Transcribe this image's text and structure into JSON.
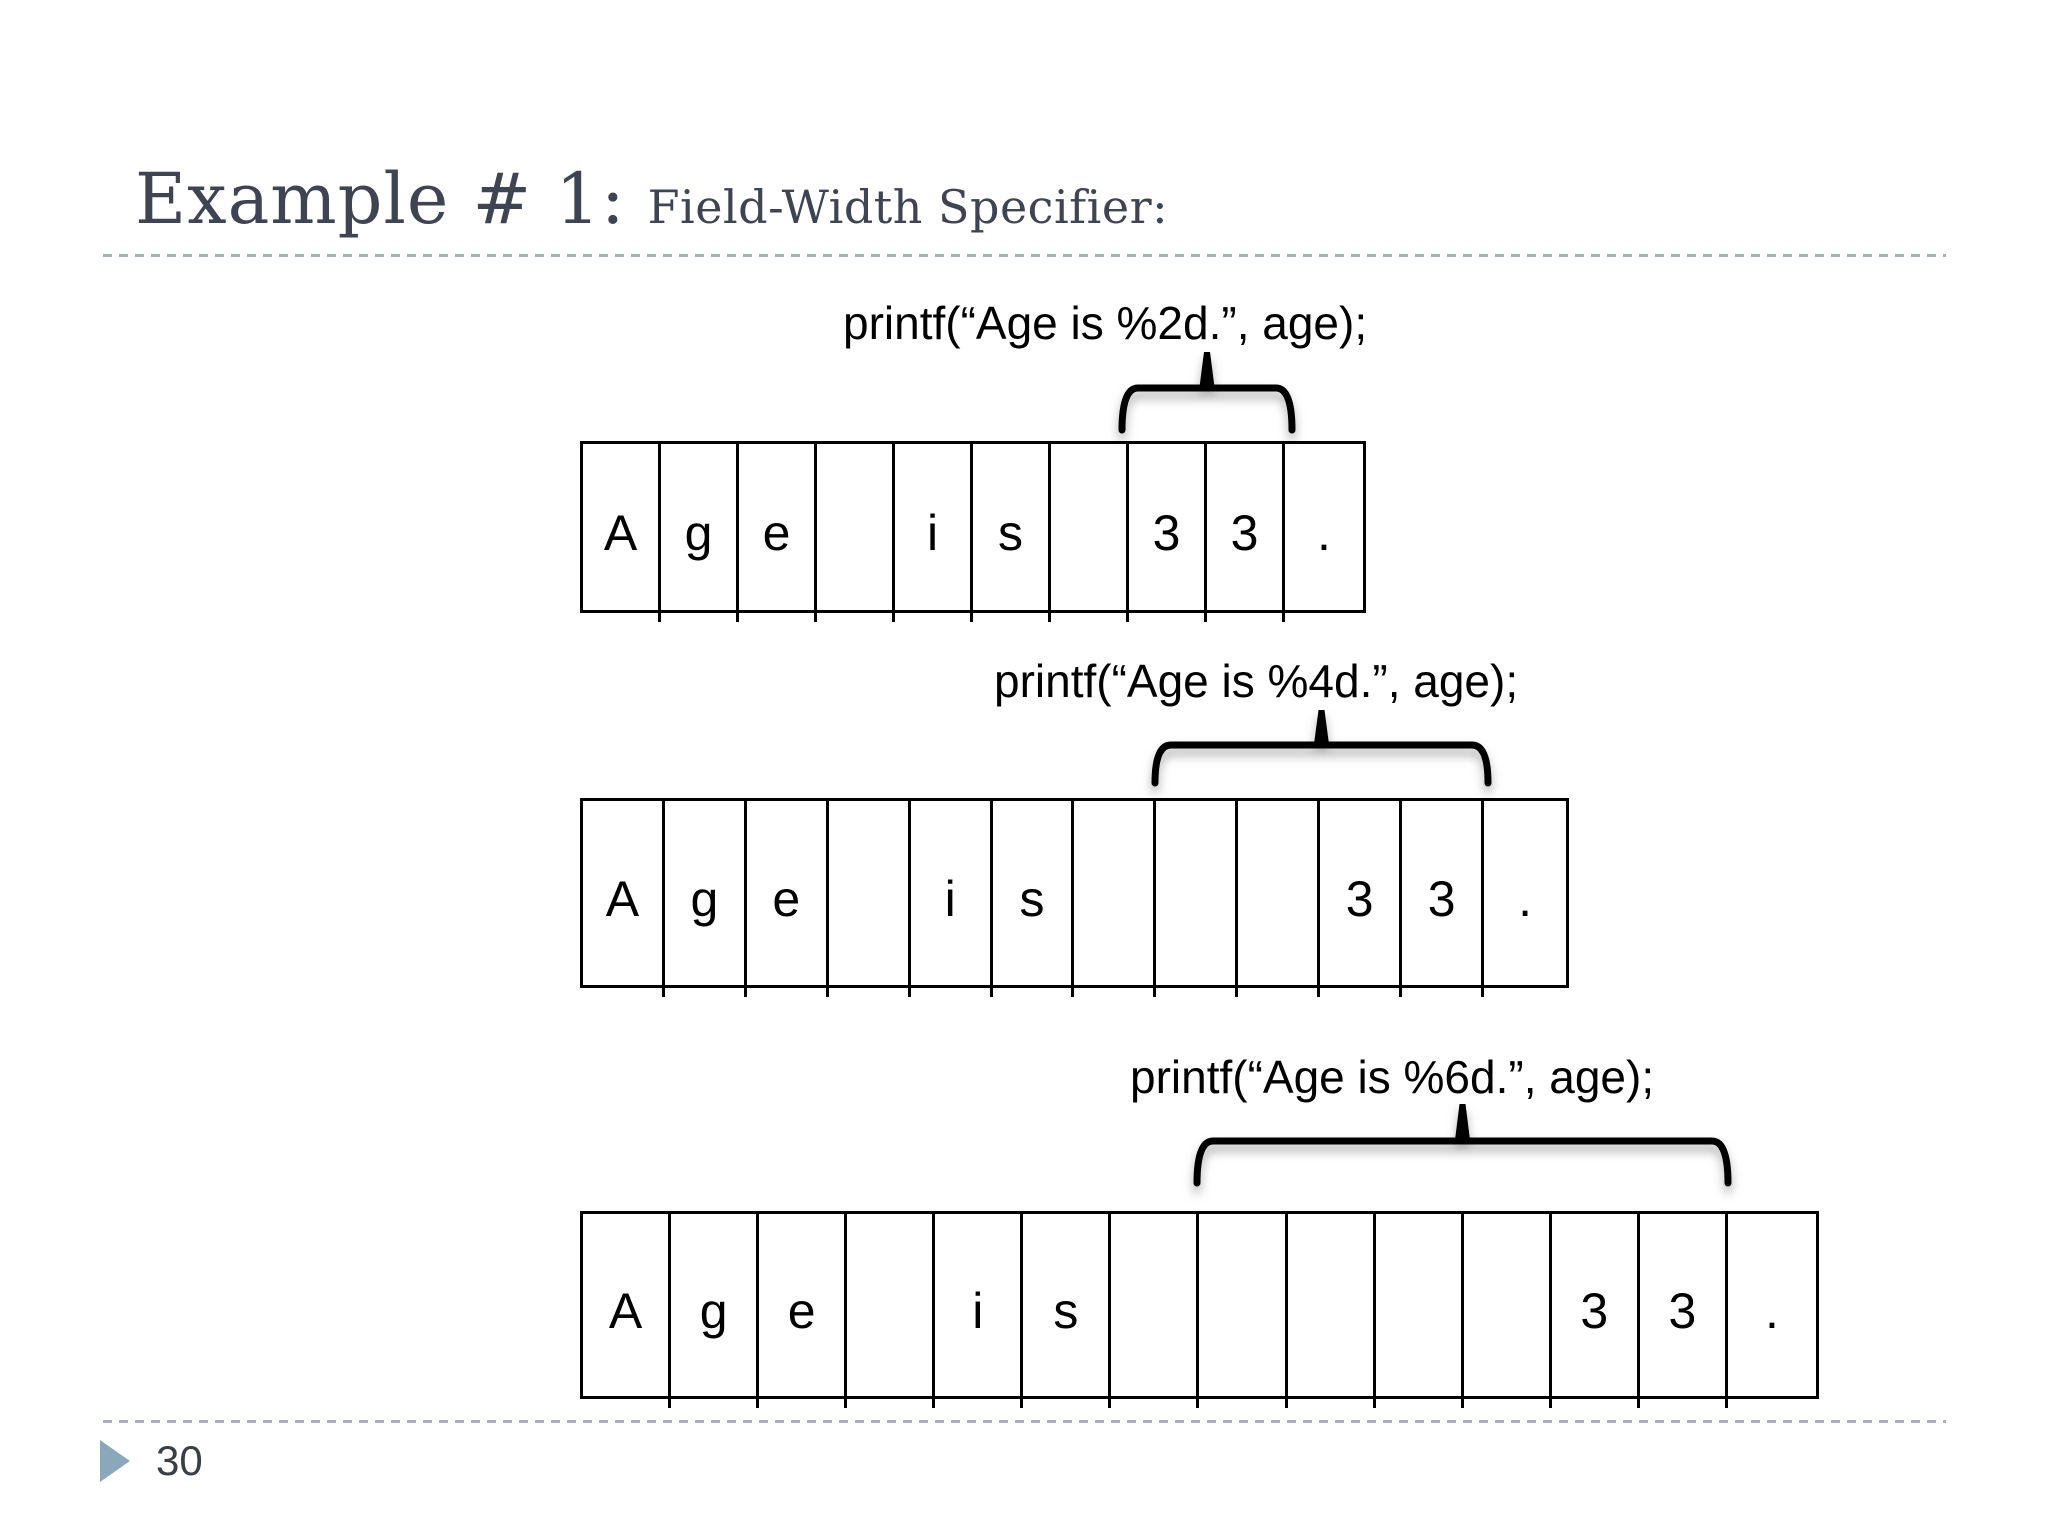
{
  "slide": {
    "title": "Example # 1:",
    "subtitle": "Field-Width Specifier:",
    "page_number": "30"
  },
  "colors": {
    "title_text": "#3e4451",
    "body_text": "#000000",
    "grid_border": "#000000",
    "dashed_divider": "#a5b1c0",
    "page_bullet": "#8ca6ba",
    "page_number_text": "#3a3e45"
  },
  "icons": {
    "page_bullet": "right-triangle-icon",
    "braces": "overbrace-field-width-icon"
  },
  "diagrams": [
    {
      "printf": "printf(“Age is %2d.”, age);",
      "field_width": 2,
      "value": 33,
      "cells": [
        "A",
        "g",
        "e",
        "",
        "i",
        "s",
        "",
        "3",
        "3",
        "."
      ],
      "brace_covers_cells": [
        8,
        9
      ]
    },
    {
      "printf": "printf(“Age is %4d.”, age);",
      "field_width": 4,
      "value": 33,
      "cells": [
        "A",
        "g",
        "e",
        "",
        "i",
        "s",
        "",
        "",
        "",
        "3",
        "3",
        "."
      ],
      "brace_covers_cells": [
        8,
        11
      ]
    },
    {
      "printf": "printf(“Age is %6d.”, age);",
      "field_width": 6,
      "value": 33,
      "cells": [
        "A",
        "g",
        "e",
        "",
        "i",
        "s",
        "",
        "",
        "",
        "",
        "",
        "3",
        "3",
        "."
      ],
      "brace_covers_cells": [
        8,
        13
      ]
    }
  ]
}
